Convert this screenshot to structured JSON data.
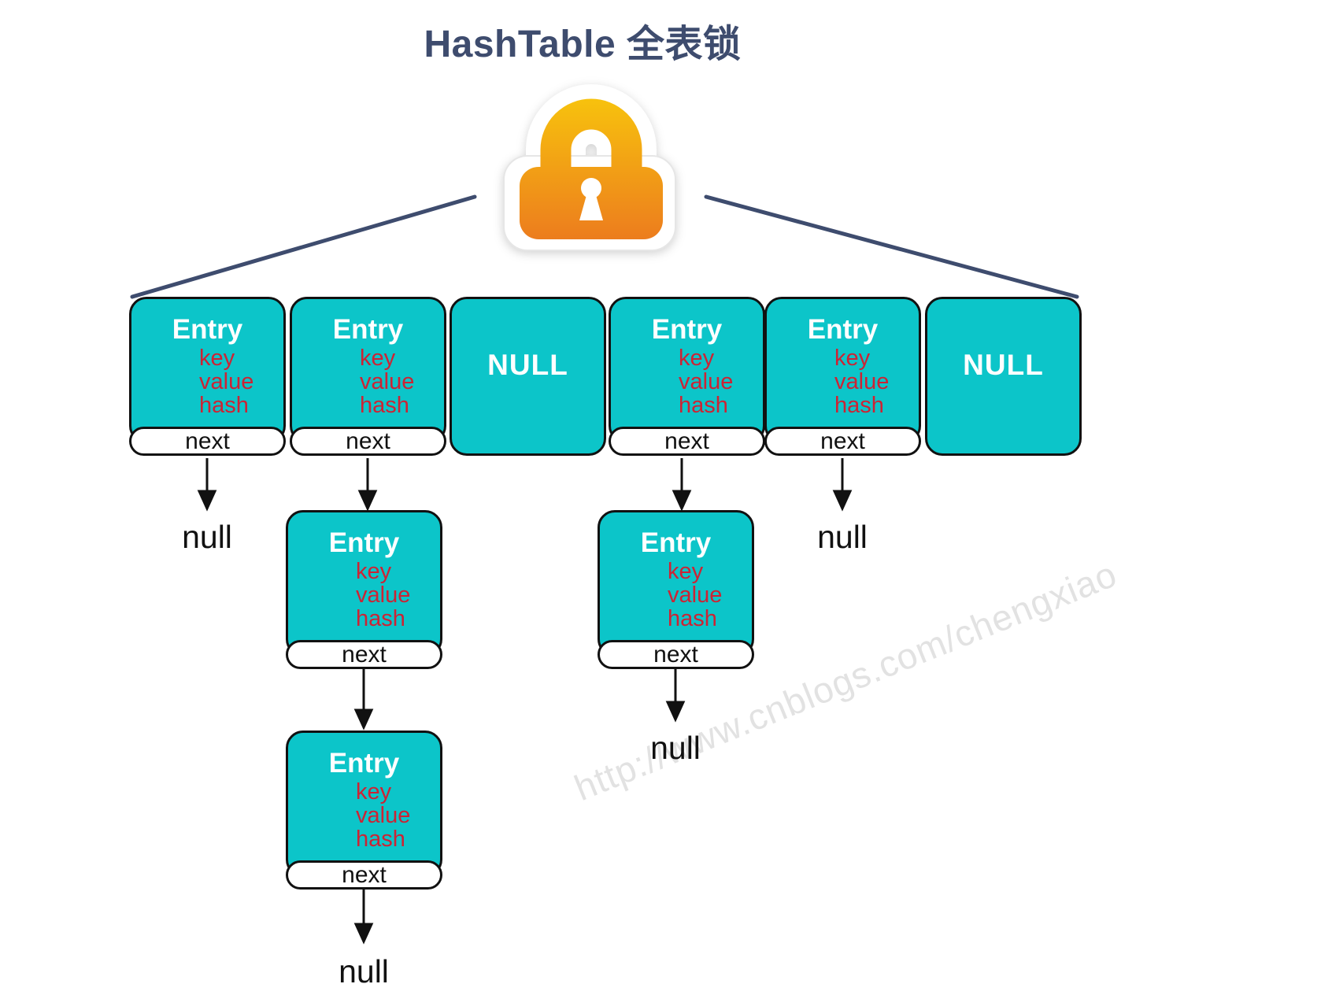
{
  "title": "HashTable 全表锁",
  "watermark": "http://www.cnblogs.com/chengxiao",
  "lock": {
    "icon": "padlock",
    "meaning": "single lock guarding the whole hash table"
  },
  "labels": {
    "entry_title": "Entry",
    "fields": [
      "key",
      "value",
      "hash"
    ],
    "next": "next",
    "null_bucket": "NULL",
    "null_ref": "null"
  },
  "table": {
    "buckets": [
      {
        "index": 0,
        "type": "entry",
        "chain_length": 1,
        "terminates": "null"
      },
      {
        "index": 1,
        "type": "entry",
        "chain_length": 3,
        "terminates": "null"
      },
      {
        "index": 2,
        "type": "NULL"
      },
      {
        "index": 3,
        "type": "entry",
        "chain_length": 2,
        "terminates": "null"
      },
      {
        "index": 4,
        "type": "entry",
        "chain_length": 1,
        "terminates": "null"
      },
      {
        "index": 5,
        "type": "NULL"
      }
    ]
  },
  "colors": {
    "background": "#ffffff",
    "navy": "#3e4c6e",
    "teal": "#0cc5c9",
    "red": "#cd2334",
    "ink": "#111111",
    "box_border": "#111111",
    "lock_orange_top": "#f8c70c",
    "lock_orange_bottom": "#ec7b1e",
    "watermark_gray": "#e2e2e2"
  }
}
